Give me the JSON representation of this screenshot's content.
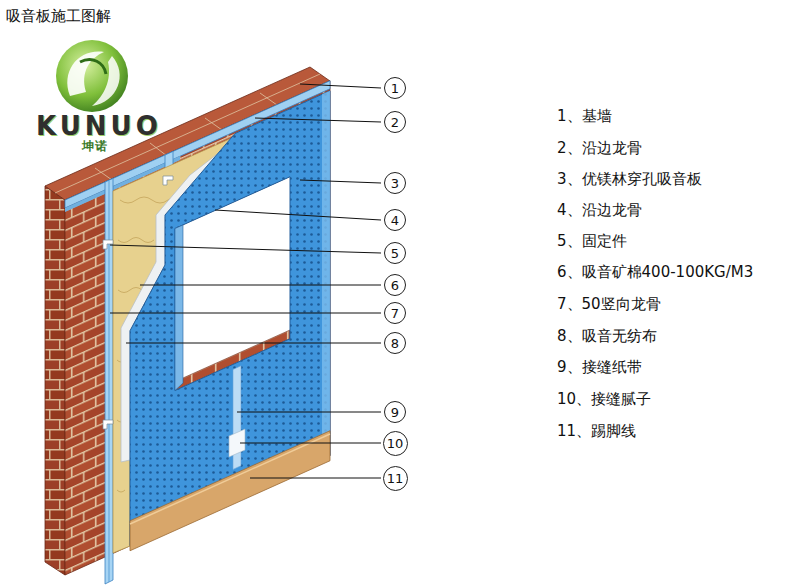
{
  "diagram": {
    "title": "吸音板施工图解",
    "nodes": [
      {
        "text": [
          "1"
        ]
      },
      {
        "text": [
          "2"
        ]
      },
      {
        "text": [
          "3"
        ]
      },
      {
        "text": [
          "4"
        ]
      },
      {
        "text": [
          "5"
        ]
      },
      {
        "text": [
          "6"
        ]
      },
      {
        "text": [
          "7"
        ]
      },
      {
        "text": [
          "8"
        ]
      },
      {
        "text": [
          "9"
        ]
      },
      {
        "text": [
          "10"
        ]
      },
      {
        "text": [
          "11"
        ]
      }
    ],
    "labels": [
      "KUNUO",
      "坤诺",
      "1、基墙",
      "2、沿边龙骨",
      "3、优镁林穿孔吸音板",
      "4、沿边龙骨",
      "5、固定件",
      "6、吸音矿棉400-100KG/M3",
      "7、50竖向龙骨",
      "8、吸音无纺布",
      "9、接缝纸带",
      "10、接缝腻子",
      "11、踢脚线"
    ]
  }
}
